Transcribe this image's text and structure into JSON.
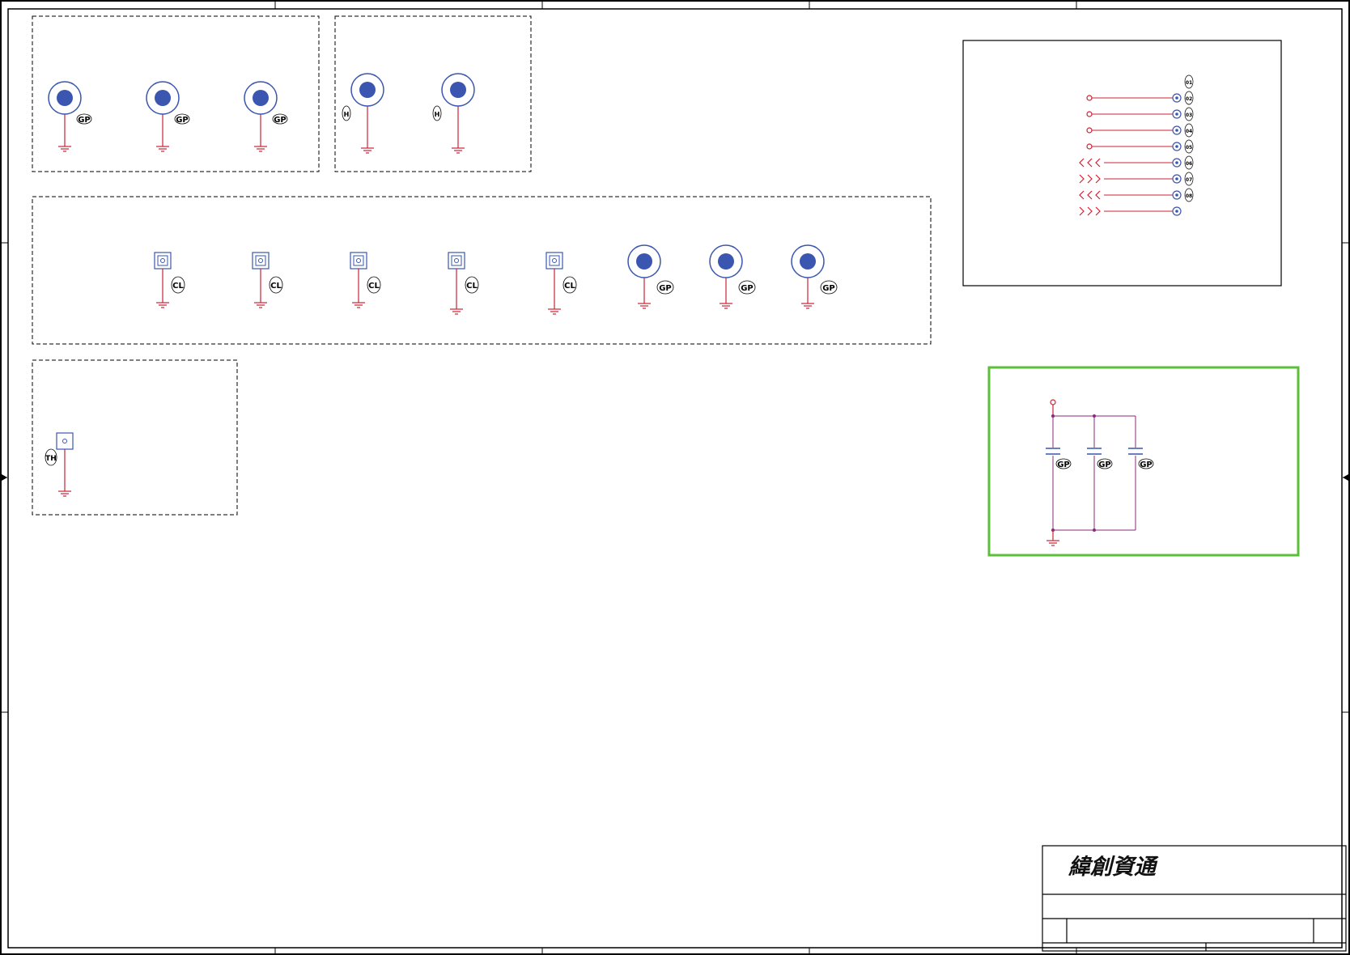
{
  "title_block": {
    "company": "緯創資通"
  },
  "symbol_labels": {
    "group1": [
      "GP",
      "GP",
      "GP"
    ],
    "group2": [
      "H",
      "H"
    ],
    "group3": [
      "CL",
      "CL",
      "CL",
      "CL",
      "CL",
      "GP",
      "GP",
      "GP"
    ],
    "group4": [
      "TH"
    ],
    "caps": [
      "GP",
      "GP",
      "GP"
    ],
    "connector": [
      "01",
      "02",
      "03",
      "04",
      "05",
      "06",
      "07",
      "08"
    ]
  },
  "colors": {
    "wire": "#cc2233",
    "component": "#3a56b0",
    "highlight_box": "#5cbf3a",
    "cap_net": "#8a2a7a",
    "frame": "#000000"
  }
}
